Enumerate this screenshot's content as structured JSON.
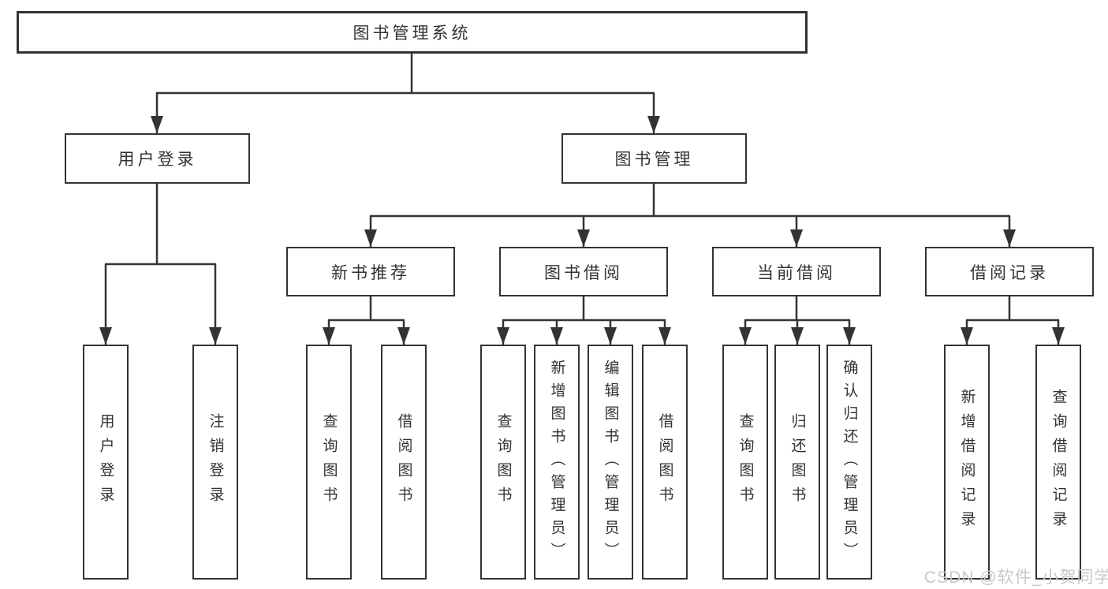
{
  "tree": {
    "root": "图书管理系统",
    "login": {
      "label": "用户登录",
      "children": [
        "用户登录",
        "注销登录"
      ]
    },
    "management": {
      "label": "图书管理",
      "sections": [
        {
          "label": "新书推荐",
          "children": [
            "查询图书",
            "借阅图书"
          ]
        },
        {
          "label": "图书借阅",
          "children": [
            "查询图书",
            "新增图书（管理员）",
            "编辑图书（管理员）",
            "借阅图书"
          ]
        },
        {
          "label": "当前借阅",
          "children": [
            "查询图书",
            "归还图书",
            "确认归还（管理员）"
          ]
        },
        {
          "label": "借阅记录",
          "children": [
            "新增借阅记录",
            "查询借阅记录"
          ]
        }
      ]
    }
  },
  "watermark": "CSDN @软件_小贺同学",
  "colors": {
    "line": "#333333",
    "text": "#333333",
    "watermark": "#c8c8c8",
    "background": "#ffffff"
  }
}
